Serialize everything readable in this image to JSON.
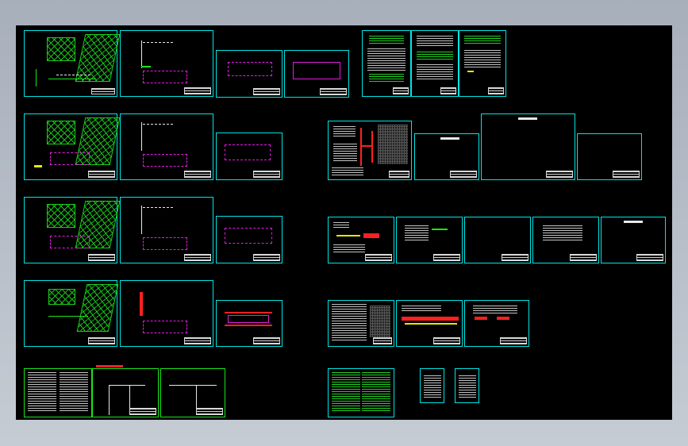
{
  "viewport": {
    "background": "#000000",
    "frame_color": "#00e5e5",
    "accent_green": "#19e619",
    "accent_magenta": "#e01ee0",
    "accent_red": "#ff2020"
  },
  "sheets": [
    {
      "id": "r1-site-plan",
      "type": "site"
    },
    {
      "id": "r1-floor-plan",
      "type": "floor"
    },
    {
      "id": "r1-detail-a",
      "type": "detail"
    },
    {
      "id": "r1-detail-b",
      "type": "detail"
    },
    {
      "id": "top-schematic-1",
      "type": "schematic"
    },
    {
      "id": "top-schematic-2",
      "type": "schematic"
    },
    {
      "id": "top-schematic-3",
      "type": "schematic"
    },
    {
      "id": "r2-site-plan",
      "type": "site"
    },
    {
      "id": "r2-floor-plan",
      "type": "floor"
    },
    {
      "id": "r2-detail",
      "type": "detail"
    },
    {
      "id": "r2-system-diagram",
      "type": "system"
    },
    {
      "id": "r2-blank-1",
      "type": "blank"
    },
    {
      "id": "r2-blank-2",
      "type": "blank"
    },
    {
      "id": "r2-blank-3",
      "type": "blank"
    },
    {
      "id": "r3-site-plan",
      "type": "site"
    },
    {
      "id": "r3-floor-plan",
      "type": "floor"
    },
    {
      "id": "r3-detail",
      "type": "detail"
    },
    {
      "id": "r3-detail-1",
      "type": "detail"
    },
    {
      "id": "r3-detail-2",
      "type": "detail"
    },
    {
      "id": "r3-detail-3",
      "type": "detail"
    },
    {
      "id": "r3-detail-4",
      "type": "detail"
    },
    {
      "id": "r3-detail-5",
      "type": "detail"
    },
    {
      "id": "r4-site-plan",
      "type": "site"
    },
    {
      "id": "r4-floor-plan",
      "type": "floor"
    },
    {
      "id": "r4-section",
      "type": "section"
    },
    {
      "id": "r4-notes",
      "type": "notes"
    },
    {
      "id": "r4-elevation",
      "type": "elevation"
    },
    {
      "id": "r4-detail",
      "type": "detail"
    },
    {
      "id": "r5-cover-legend",
      "type": "legend"
    },
    {
      "id": "r5-layout-1",
      "type": "layout"
    },
    {
      "id": "r5-layout-2",
      "type": "layout"
    },
    {
      "id": "r5-table",
      "type": "table"
    },
    {
      "id": "r5-small-1",
      "type": "small"
    },
    {
      "id": "r5-small-2",
      "type": "small"
    }
  ]
}
